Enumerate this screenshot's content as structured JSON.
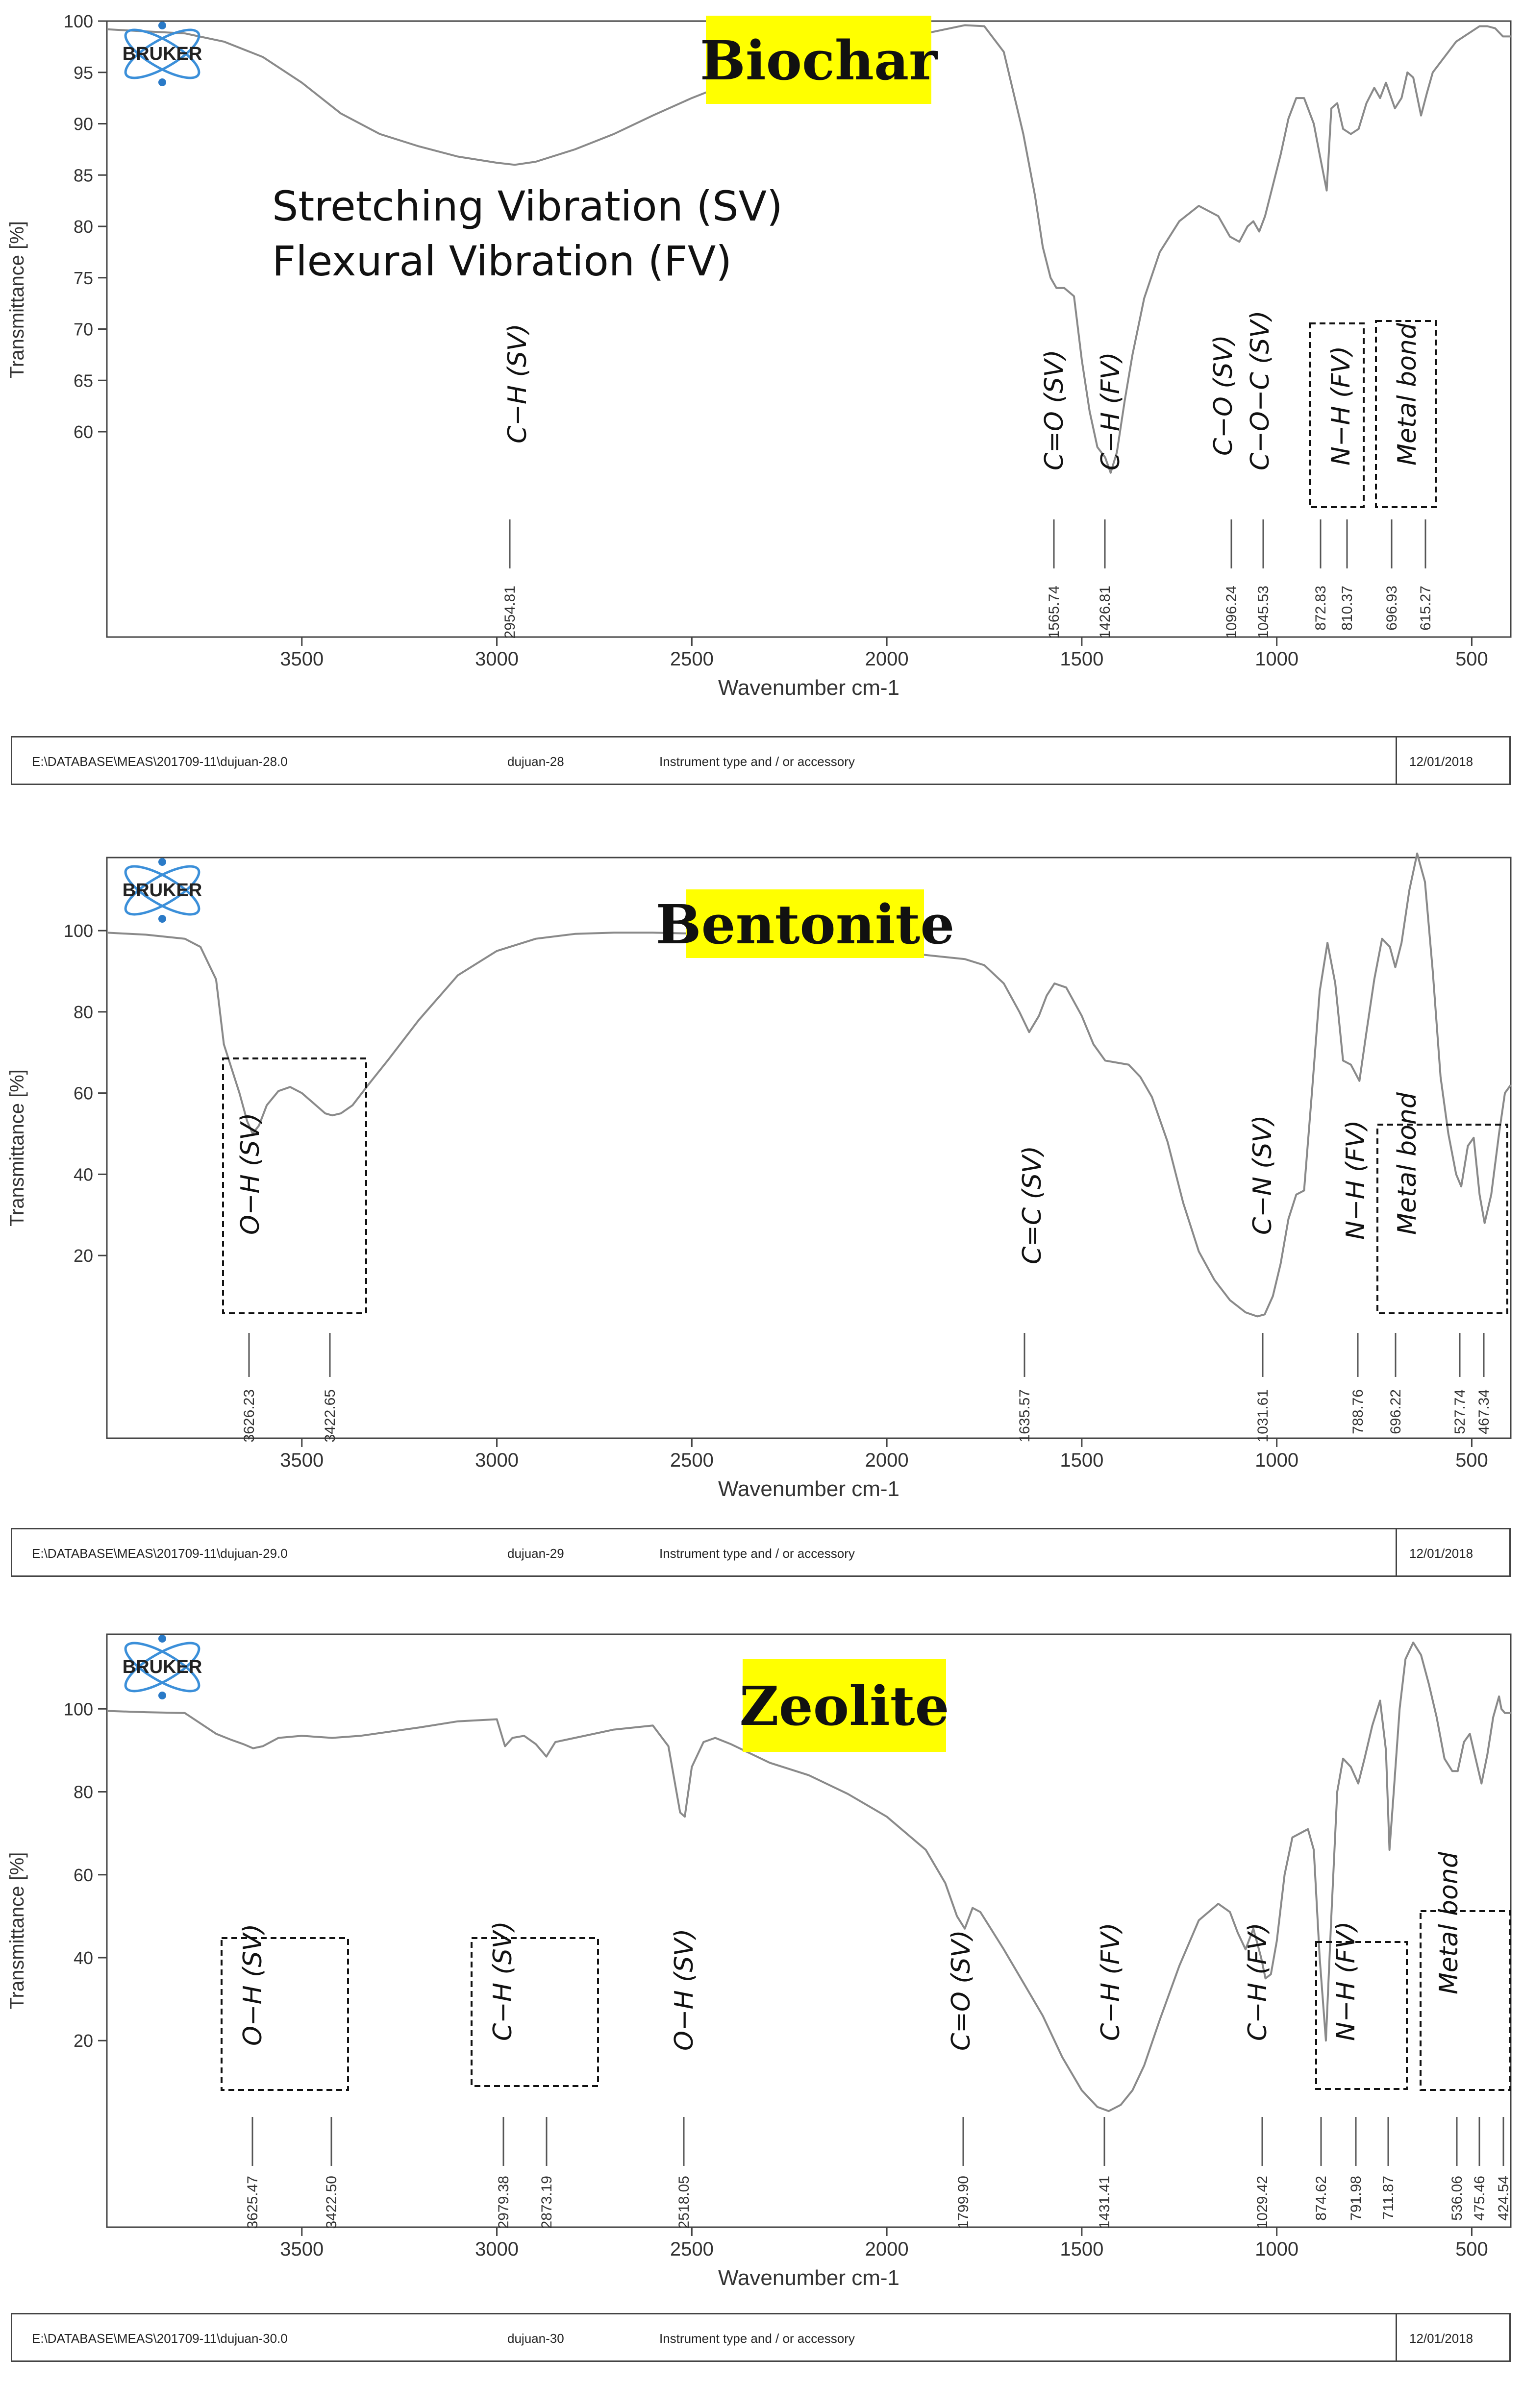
{
  "footers": [
    {
      "path": "E:\\DATABASE\\MEAS\\201709-11\\dujuan-28.0",
      "sample": "dujuan-28",
      "instrument": "Instrument type and / or accessory",
      "date": "12/01/2018"
    },
    {
      "path": "E:\\DATABASE\\MEAS\\201709-11\\dujuan-29.0",
      "sample": "dujuan-29",
      "instrument": "Instrument type and / or accessory",
      "date": "12/01/2018"
    },
    {
      "path": "E:\\DATABASE\\MEAS\\201709-11\\dujuan-30.0",
      "sample": "dujuan-30",
      "instrument": "Instrument type and / or accessory",
      "date": "12/01/2018"
    }
  ],
  "legend_note": [
    "Stretching Vibration (SV)",
    "Flexural Vibration (FV)"
  ],
  "logo_text": "BRUKER",
  "colors": {
    "line": "#8a8a8a",
    "highlight": "#ffff00",
    "text": "#111111",
    "axis": "#444444"
  },
  "chart_data": [
    {
      "type": "line",
      "title": "Biochar",
      "xlabel": "Wavenumber cm-1",
      "ylabel": "Transmittance [%]",
      "xlim": [
        4000,
        400
      ],
      "ylim": [
        40,
        100
      ],
      "yticks": [
        60,
        65,
        70,
        75,
        80,
        85,
        90,
        95,
        100
      ],
      "xticks": [
        3500,
        3000,
        2500,
        2000,
        1500,
        1000,
        500
      ],
      "grid": false,
      "series": [
        {
          "x": [
            4000,
            3900,
            3800,
            3700,
            3600,
            3500,
            3400,
            3300,
            3200,
            3100,
            3000,
            2954,
            2900,
            2800,
            2700,
            2600,
            2500,
            2400,
            2300,
            2200,
            2100,
            2000,
            1900,
            1800,
            1750,
            1700,
            1650,
            1620,
            1600,
            1580,
            1565,
            1545,
            1520,
            1500,
            1480,
            1460,
            1440,
            1426,
            1410,
            1390,
            1370,
            1340,
            1300,
            1250,
            1200,
            1150,
            1120,
            1096,
            1075,
            1060,
            1045,
            1030,
            1010,
            990,
            970,
            950,
            930,
            905,
            890,
            872,
            860,
            845,
            830,
            810,
            790,
            770,
            750,
            735,
            720,
            697,
            680,
            665,
            650,
            630,
            615,
            600,
            580,
            560,
            540,
            520,
            500,
            480,
            460,
            440,
            420,
            400
          ],
          "y": [
            99.2,
            99,
            98.8,
            98,
            96.5,
            94,
            91,
            89,
            87.8,
            86.8,
            86.2,
            86,
            86.3,
            87.5,
            89,
            90.8,
            92.5,
            94,
            95.3,
            96.3,
            97.2,
            98,
            98.8,
            99.6,
            99.5,
            97,
            89,
            83,
            78,
            75,
            74,
            74,
            73.2,
            67,
            62,
            58.5,
            57.5,
            56,
            58,
            63,
            67.5,
            73,
            77.5,
            80.5,
            82,
            81,
            79,
            78.5,
            80,
            80.5,
            79.5,
            81,
            84,
            87,
            90.5,
            92.5,
            92.5,
            90,
            87,
            83.5,
            91.5,
            92,
            89.5,
            89,
            89.5,
            92,
            93.5,
            92.5,
            94,
            91.5,
            92.5,
            95,
            94.5,
            90.8,
            93,
            95,
            96,
            97,
            98,
            98.5,
            99,
            99.5,
            99.5,
            99.3,
            98.5,
            98.5
          ]
        }
      ],
      "peaks": [
        "2954.81",
        "1565.74",
        "1426.81",
        "1096.24",
        "1045.53",
        "872.83",
        "810.37",
        "696.93",
        "615.27"
      ],
      "annotations": [
        "C−H (SV)",
        "C=O (SV)",
        "C−H (FV)",
        "C−O (SV)",
        "C−O−C (SV)",
        "N−H (FV)",
        "Metal bond"
      ]
    },
    {
      "type": "line",
      "title": "Bentonite",
      "xlabel": "Wavenumber cm-1",
      "ylabel": "Transmittance [%]",
      "xlim": [
        4000,
        400
      ],
      "ylim": [
        -25,
        118
      ],
      "yticks": [
        20,
        40,
        60,
        80,
        100
      ],
      "xticks": [
        3500,
        3000,
        2500,
        2000,
        1500,
        1000,
        500
      ],
      "grid": false,
      "series": [
        {
          "x": [
            4000,
            3900,
            3800,
            3760,
            3720,
            3700,
            3680,
            3660,
            3640,
            3626,
            3610,
            3590,
            3560,
            3530,
            3500,
            3470,
            3440,
            3422,
            3400,
            3370,
            3330,
            3280,
            3200,
            3100,
            3000,
            2900,
            2800,
            2700,
            2600,
            2500,
            2400,
            2300,
            2200,
            2100,
            2000,
            1900,
            1800,
            1750,
            1700,
            1660,
            1635,
            1610,
            1590,
            1570,
            1540,
            1500,
            1470,
            1440,
            1410,
            1380,
            1350,
            1320,
            1280,
            1240,
            1200,
            1160,
            1120,
            1080,
            1050,
            1031,
            1010,
            990,
            970,
            950,
            930,
            910,
            890,
            870,
            850,
            830,
            810,
            788,
            770,
            750,
            730,
            710,
            696,
            680,
            660,
            640,
            620,
            600,
            580,
            560,
            540,
            527,
            510,
            495,
            480,
            467,
            450,
            430,
            415,
            400
          ],
          "y": [
            99.5,
            99,
            98,
            96,
            88,
            72,
            66,
            60,
            53,
            50,
            52,
            57,
            60.5,
            61.5,
            60,
            57.5,
            55,
            54.5,
            55,
            57,
            62,
            68,
            78,
            89,
            95,
            98,
            99.2,
            99.5,
            99.5,
            99.3,
            98.9,
            98.2,
            97.5,
            96.5,
            95,
            94,
            93,
            91.5,
            87,
            80,
            75,
            79,
            84,
            87,
            86,
            79,
            72,
            68,
            67.5,
            67,
            64,
            59,
            48,
            33,
            21,
            14,
            9,
            6,
            5,
            5.5,
            10,
            18,
            29,
            35,
            36,
            60,
            85,
            97,
            87,
            68,
            67,
            63,
            75,
            88,
            98,
            96,
            91,
            97,
            110,
            119,
            112,
            90,
            64,
            50,
            40,
            37,
            47,
            49,
            35,
            28,
            35,
            50,
            60,
            62
          ]
        }
      ],
      "peaks": [
        "3626.23",
        "3422.65",
        "1635.57",
        "1031.61",
        "788.76",
        "696.22",
        "527.74",
        "467.34"
      ],
      "annotations": [
        "O−H (SV)",
        "C=C (SV)",
        "C−N (SV)",
        "N−H (FV)",
        "Metal bond"
      ]
    },
    {
      "type": "line",
      "title": "Zeolite",
      "xlabel": "Wavenumber cm-1",
      "ylabel": "Transmittance [%]",
      "xlim": [
        4000,
        400
      ],
      "ylim": [
        -25,
        118
      ],
      "yticks": [
        20,
        40,
        60,
        80,
        100
      ],
      "xticks": [
        3500,
        3000,
        2500,
        2000,
        1500,
        1000,
        500
      ],
      "grid": false,
      "series": [
        {
          "x": [
            4000,
            3900,
            3800,
            3720,
            3680,
            3650,
            3625,
            3600,
            3560,
            3500,
            3422,
            3350,
            3200,
            3100,
            3000,
            2979,
            2960,
            2930,
            2900,
            2873,
            2850,
            2800,
            2700,
            2600,
            2560,
            2530,
            2518,
            2500,
            2470,
            2440,
            2400,
            2300,
            2200,
            2100,
            2000,
            1900,
            1850,
            1820,
            1800,
            1780,
            1760,
            1740,
            1700,
            1650,
            1600,
            1550,
            1500,
            1460,
            1431,
            1400,
            1370,
            1340,
            1300,
            1250,
            1200,
            1150,
            1120,
            1100,
            1080,
            1060,
            1040,
            1029,
            1015,
            1000,
            980,
            960,
            940,
            920,
            905,
            890,
            874,
            860,
            845,
            830,
            810,
            791,
            775,
            755,
            735,
            720,
            711,
            700,
            685,
            670,
            650,
            630,
            610,
            590,
            570,
            550,
            536,
            520,
            505,
            490,
            475,
            460,
            445,
            430,
            424,
            415,
            400
          ],
          "y": [
            99.5,
            99.2,
            99,
            94,
            92.5,
            91.5,
            90.5,
            91,
            93,
            93.5,
            93,
            93.5,
            95.5,
            97,
            97.5,
            91,
            93,
            93.5,
            91.5,
            88.5,
            92,
            93,
            95,
            96,
            91,
            75,
            74,
            86,
            92,
            93,
            91.5,
            87,
            84,
            79.5,
            74,
            66,
            58,
            50,
            47,
            52,
            51,
            48,
            42,
            34,
            26,
            16,
            8,
            4,
            3,
            4.5,
            8,
            14,
            25,
            38,
            49,
            53,
            51,
            46,
            42,
            47,
            40,
            35,
            36,
            44,
            60,
            69,
            70,
            71,
            66,
            40,
            20,
            50,
            80,
            88,
            86,
            82,
            88,
            96,
            102,
            90,
            66,
            80,
            100,
            112,
            116,
            113,
            106,
            98,
            88,
            85,
            85,
            92,
            94,
            88,
            82,
            89,
            98,
            103,
            100,
            99,
            99
          ]
        }
      ],
      "peaks": [
        "3625.47",
        "3422.50",
        "2979.38",
        "2873.19",
        "2518.05",
        "1799.90",
        "1431.41",
        "1029.42",
        "874.62",
        "791.98",
        "711.87",
        "536.06",
        "475.46",
        "424.54"
      ],
      "annotations": [
        "O−H (SV)",
        "C−H (SV)",
        "O−H (SV)",
        "C=O (SV)",
        "C−H (FV)",
        "C−H (FV)",
        "N−H (FV)",
        "Metal bond"
      ]
    }
  ]
}
